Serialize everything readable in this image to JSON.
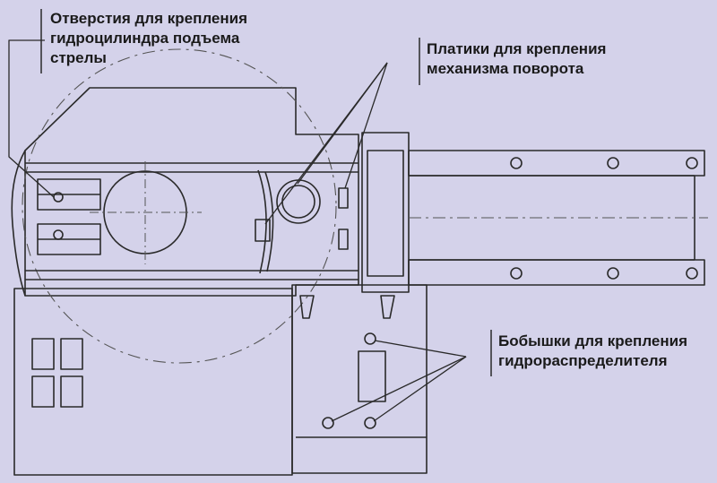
{
  "colors": {
    "background": "#d4d2ea",
    "line": "#2a2a2a",
    "centerline": "#555555"
  },
  "callouts": {
    "boom_cylinder": {
      "lines": [
        "Отверстия для крепления",
        "гидроцилиндра подъема",
        "стрелы"
      ]
    },
    "rotation_pads": {
      "lines": [
        "Платики для крепления",
        "механизма поворота"
      ]
    },
    "valve_bosses": {
      "lines": [
        "Бобышки для крепления",
        "гидрораспределителя"
      ]
    }
  }
}
